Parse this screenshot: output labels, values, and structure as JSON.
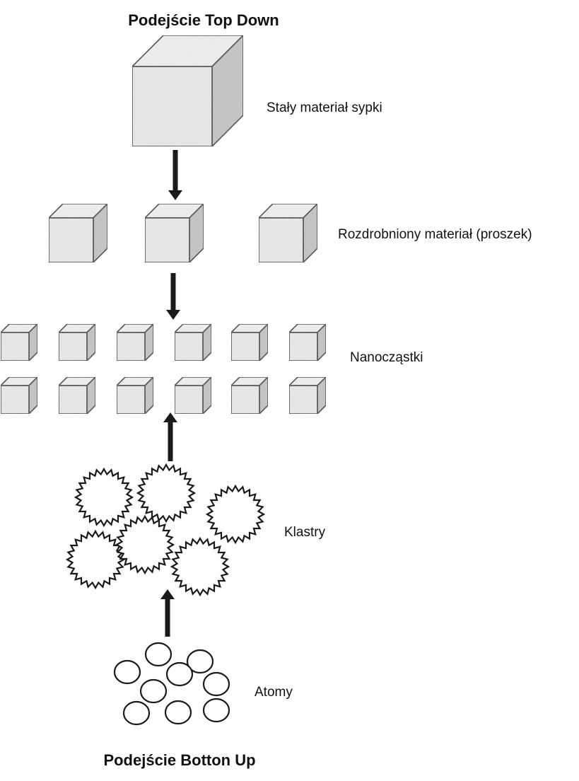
{
  "titles": {
    "top_down": "Podejście Top Down",
    "bottom_up": "Podejście Botton Up"
  },
  "levels": {
    "bulk": "Stały materiał sypki",
    "powder": "Rozdrobniony materiał (proszek)",
    "nanoparticles": "Nanocząstki",
    "clusters": "Klastry",
    "atoms": "Atomy"
  },
  "colors": {
    "cube_front": "#ececec",
    "cube_top": "#f3f3f3",
    "cube_side": "#c4c4c4",
    "arrow": "#1a1a1a"
  }
}
